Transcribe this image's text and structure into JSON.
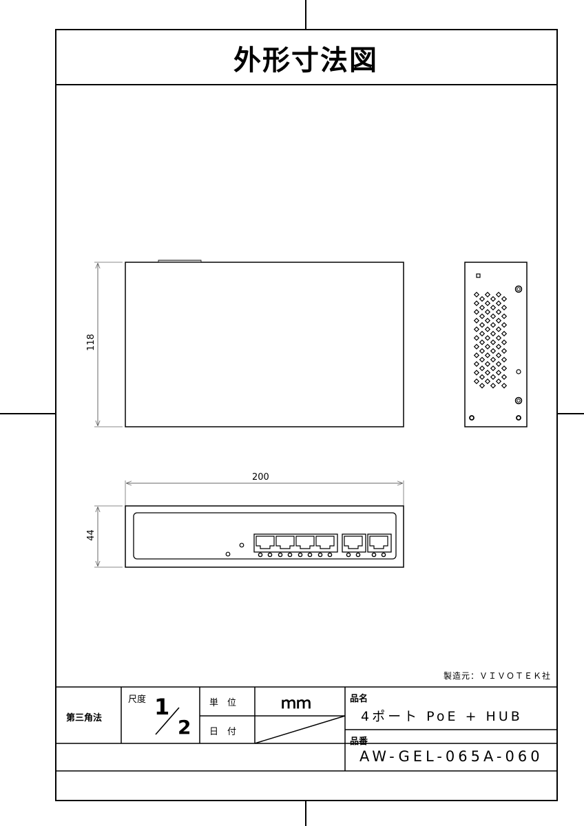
{
  "title": "外形寸法図",
  "dimensions": {
    "height_label": "118",
    "width_label": "200",
    "depth_label": "44"
  },
  "views": {
    "top_view": "top-view",
    "side_view": "side-panel-view",
    "front_view": "front-panel-view"
  },
  "front_panel": {
    "poe_ports": 4,
    "uplink_ports": 2,
    "status_leds": 2
  },
  "maker": "製造元：ＶＩＶＯＴＥＫ社",
  "title_block": {
    "projection": "第三角法",
    "scale_label": "尺度",
    "scale_numerator": "1",
    "scale_denominator": "2",
    "unit_label": "単　位",
    "unit_value": "ｍｍ",
    "date_label": "日　付",
    "product_name_label": "品名",
    "product_name": "4ポート PoE + HUB",
    "part_number_label": "品番",
    "part_number": "AW-GEL-065A-060"
  }
}
